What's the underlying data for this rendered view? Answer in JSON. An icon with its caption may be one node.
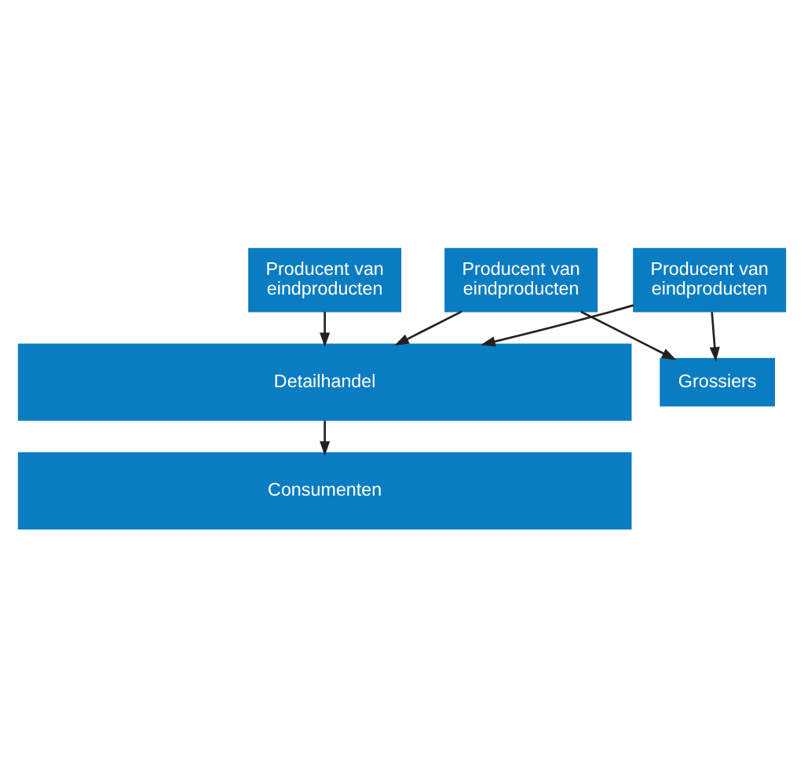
{
  "diagram": {
    "nodes": [
      {
        "text": [
          "Producent van eindproducten"
        ]
      },
      {
        "text": [
          "Producent van eindproducten"
        ]
      },
      {
        "text": [
          "Producent van eindproducten"
        ]
      },
      {
        "text": [
          "Grossiers"
        ]
      },
      {
        "text": [
          "Detailhandel"
        ]
      },
      {
        "text": [
          "Consumenten"
        ]
      }
    ],
    "edges": [
      {
        "from": 0,
        "to": 4,
        "arrow": "to"
      },
      {
        "from": 1,
        "to": 4,
        "arrow": "to"
      },
      {
        "from": 1,
        "to": 3,
        "arrow": "to"
      },
      {
        "from": 2,
        "to": 3,
        "arrow": "to"
      },
      {
        "from": 2,
        "to": 4,
        "arrow": "to"
      },
      {
        "from": 4,
        "to": 5,
        "arrow": "to"
      }
    ]
  }
}
